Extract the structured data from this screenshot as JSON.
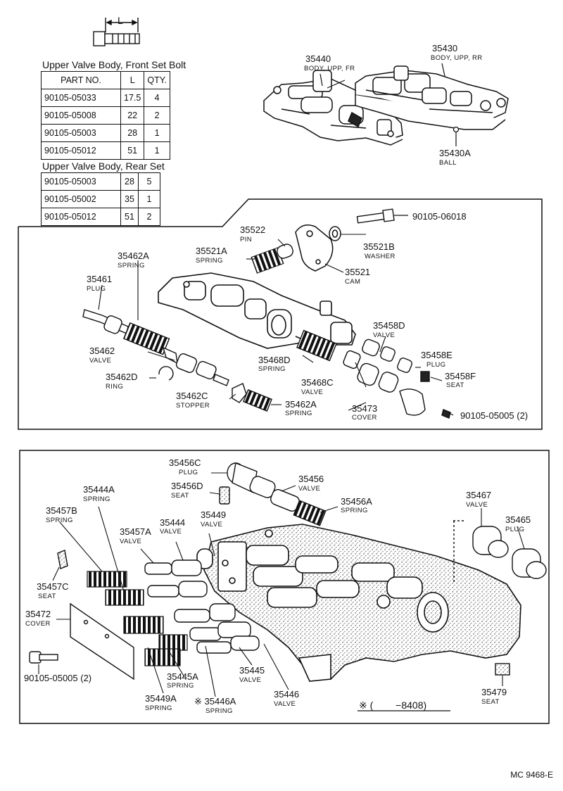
{
  "bolt_dim_label": "L",
  "front_table": {
    "title": "Upper Valve Body, Front Set Bolt",
    "headers": [
      "PART NO.",
      "L",
      "QTY."
    ],
    "rows": [
      [
        "90105-05033",
        "17.5",
        "4"
      ],
      [
        "90105-05008",
        "22",
        "2"
      ],
      [
        "90105-05003",
        "28",
        "1"
      ],
      [
        "90105-05012",
        "51",
        "1"
      ]
    ]
  },
  "rear_table": {
    "title": "Upper Valve Body, Rear Set",
    "rows": [
      [
        "90105-05003",
        "28",
        "5"
      ],
      [
        "90105-05002",
        "35",
        "1"
      ],
      [
        "90105-05012",
        "51",
        "2"
      ]
    ]
  },
  "top_parts": [
    {
      "num": "35440",
      "name": "BODY, UPP, FR"
    },
    {
      "num": "35430",
      "name": "BODY, UPP, RR"
    },
    {
      "num": "35430A",
      "name": "BALL"
    }
  ],
  "front_body_parts": [
    {
      "num": "90105-06018",
      "name": ""
    },
    {
      "num": "35522",
      "name": "PIN"
    },
    {
      "num": "35521A",
      "name": "SPRING"
    },
    {
      "num": "35521B",
      "name": "WASHER"
    },
    {
      "num": "35521",
      "name": "CAM"
    },
    {
      "num": "35462A",
      "name": "SPRING"
    },
    {
      "num": "35461",
      "name": "PLUG"
    },
    {
      "num": "35458D",
      "name": "VALVE"
    },
    {
      "num": "35462",
      "name": "VALVE"
    },
    {
      "num": "35468D",
      "name": "SPRING"
    },
    {
      "num": "35458E",
      "name": "PLUG"
    },
    {
      "num": "35462D",
      "name": "RING"
    },
    {
      "num": "35458F",
      "name": "SEAT"
    },
    {
      "num": "35468C",
      "name": "VALVE"
    },
    {
      "num": "35462C",
      "name": "STOPPER"
    },
    {
      "num": "35462A",
      "name": "SPRING"
    },
    {
      "num": "35473",
      "name": "COVER"
    },
    {
      "num": "90105-05005 (2)",
      "name": ""
    }
  ],
  "rear_body_parts": [
    {
      "num": "35456C",
      "name": "PLUG"
    },
    {
      "num": "35456",
      "name": "VALVE"
    },
    {
      "num": "35456D",
      "name": "SEAT"
    },
    {
      "num": "35456A",
      "name": "SPRING"
    },
    {
      "num": "35444A",
      "name": "SPRING"
    },
    {
      "num": "35467",
      "name": "VALVE"
    },
    {
      "num": "35465",
      "name": "PLUG"
    },
    {
      "num": "35457B",
      "name": "SPRING"
    },
    {
      "num": "35449",
      "name": "VALVE"
    },
    {
      "num": "35457A",
      "name": "VALVE"
    },
    {
      "num": "35444",
      "name": "VALVE"
    },
    {
      "num": "35457C",
      "name": "SEAT"
    },
    {
      "num": "35472",
      "name": "COVER"
    },
    {
      "num": "35445",
      "name": "VALVE"
    },
    {
      "num": "35445A",
      "name": "SPRING"
    },
    {
      "num": "90105-05005 (2)",
      "name": ""
    },
    {
      "num": "35446",
      "name": "VALVE"
    },
    {
      "num": "35449A",
      "name": "SPRING"
    },
    {
      "num": "35446A",
      "name": "SPRING",
      "mark": "※"
    },
    {
      "num": "35479",
      "name": "SEAT"
    }
  ],
  "note": {
    "mark": "※",
    "text": "(　　  −8408)"
  },
  "diagram_code": "MC 9468-E"
}
